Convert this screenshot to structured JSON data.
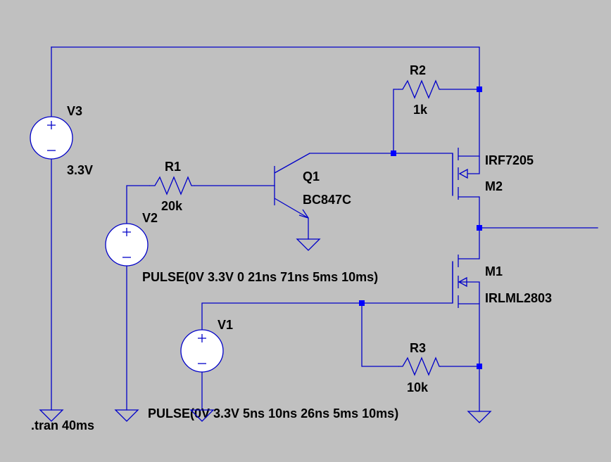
{
  "components": {
    "v3": {
      "name": "V3",
      "value": "3.3V"
    },
    "v2": {
      "name": "V2",
      "value": "PULSE(0V 3.3V 0 21ns 71ns 5ms 10ms)"
    },
    "v1": {
      "name": "V1",
      "value": "PULSE(0V 3.3V 5ns 10ns 26ns 5ms 10ms)"
    },
    "r1": {
      "name": "R1",
      "value": "20k"
    },
    "r2": {
      "name": "R2",
      "value": "1k"
    },
    "r3": {
      "name": "R3",
      "value": "10k"
    },
    "q1": {
      "name": "Q1",
      "value": "BC847C"
    },
    "m2": {
      "name": "M2",
      "value": "IRF7205"
    },
    "m1": {
      "name": "M1",
      "value": "IRLML2803"
    }
  },
  "directive": ".tran 40ms",
  "colors": {
    "background": "#c0c0c0",
    "wire": "#0000c8",
    "node": "#0000ff",
    "text": "#000000"
  }
}
